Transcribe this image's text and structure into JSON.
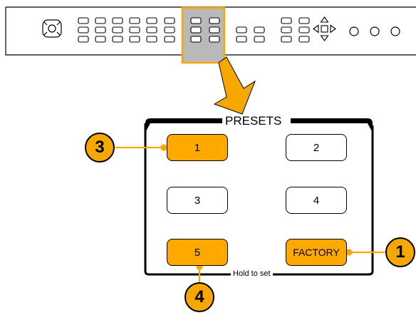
{
  "panel": {
    "title": "PRESETS",
    "hold_hint": "Hold to set"
  },
  "buttons": {
    "preset_1": "1",
    "preset_2": "2",
    "preset_3": "3",
    "preset_4": "4",
    "preset_5": "5",
    "factory": "FACTORY"
  },
  "callouts": {
    "c1": "1",
    "c3": "3",
    "c4": "4"
  },
  "colors": {
    "accent_orange": "#f6a800",
    "highlight_gray": "#b9b9b9",
    "outline": "#000000"
  }
}
